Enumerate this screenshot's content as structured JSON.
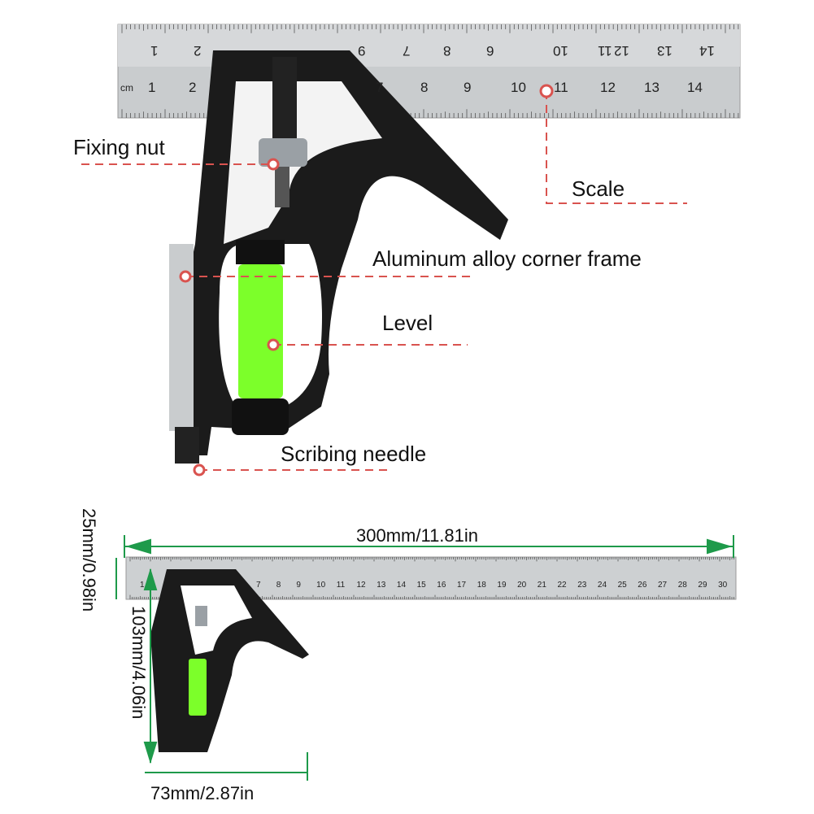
{
  "callouts": {
    "fixing_nut": "Fixing nut",
    "scale": "Scale",
    "frame": "Aluminum alloy corner frame",
    "level": "Level",
    "scribing_needle": "Scribing needle"
  },
  "dimensions": {
    "length": "300mm/11.81in",
    "blade_width": "25mm/0.98in",
    "height": "103mm/4.06in",
    "head_width": "73mm/2.87in"
  },
  "ruler_large": {
    "unit": "cm",
    "bottom_numbers": [
      "1",
      "2",
      "7",
      "8",
      "9",
      "10",
      "11",
      "12",
      "13",
      "14"
    ],
    "top_numbers": [
      "1",
      "2",
      "9",
      "7",
      "8",
      "6",
      "10",
      "11",
      "12",
      "13",
      "14"
    ]
  },
  "ruler_small": {
    "numbers": [
      "1",
      "7",
      "8",
      "9",
      "10",
      "11",
      "12",
      "13",
      "14",
      "15",
      "16",
      "17",
      "18",
      "19",
      "20",
      "21",
      "22",
      "23",
      "24",
      "25",
      "26",
      "27",
      "28",
      "29",
      "30"
    ]
  },
  "colors": {
    "callout_line": "#d9534f",
    "dimension_line": "#1e9a4a",
    "ruler": "#c9ccce",
    "body": "#1b1b1b",
    "level_vial": "#7cff2a"
  }
}
